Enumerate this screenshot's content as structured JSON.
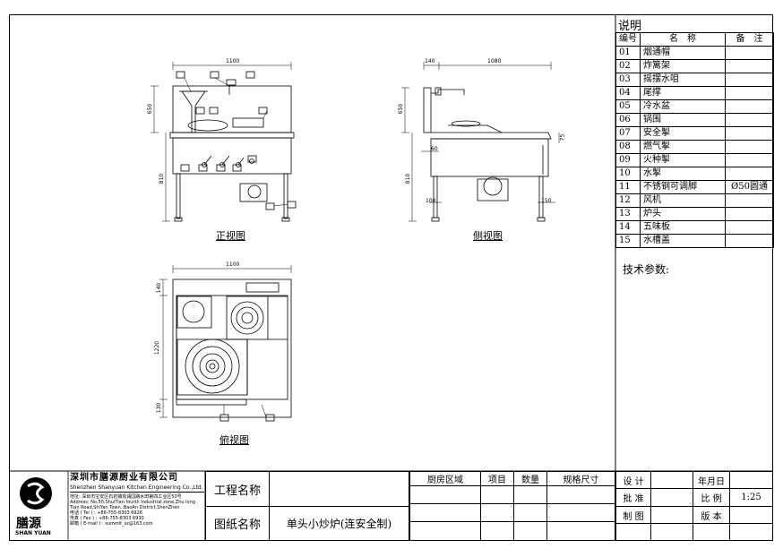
{
  "views": {
    "front": "正视图",
    "side": "侧视图",
    "top": "俯视图"
  },
  "dims": {
    "front_width": "1100",
    "front_h1": "650",
    "front_h2": "810",
    "side_w1": "140",
    "side_w2": "1080",
    "side_h1": "650",
    "side_h2": "810",
    "side_small": "75",
    "side_60": "60",
    "side_100": "100",
    "side_150": "150",
    "top_width": "1100",
    "top_140": "140",
    "top_1220": "1220",
    "top_130": "130"
  },
  "legend": {
    "title": "说明",
    "header": {
      "no": "编号",
      "name": "名　称",
      "note": "备　注"
    },
    "items": [
      {
        "no": "01",
        "name": "烟通帽",
        "note": ""
      },
      {
        "no": "02",
        "name": "炸篱架",
        "note": ""
      },
      {
        "no": "03",
        "name": "摇摆水咀",
        "note": ""
      },
      {
        "no": "04",
        "name": "尾撑",
        "note": ""
      },
      {
        "no": "05",
        "name": "冷水盆",
        "note": ""
      },
      {
        "no": "06",
        "name": "锅围",
        "note": ""
      },
      {
        "no": "07",
        "name": "安全掣",
        "note": ""
      },
      {
        "no": "08",
        "name": "燃气掣",
        "note": ""
      },
      {
        "no": "09",
        "name": "火种掣",
        "note": ""
      },
      {
        "no": "10",
        "name": "水掣",
        "note": ""
      },
      {
        "no": "11",
        "name": "不锈钢可调脚",
        "note": "Ø50圆通"
      },
      {
        "no": "12",
        "name": "风机",
        "note": ""
      },
      {
        "no": "13",
        "name": "炉头",
        "note": ""
      },
      {
        "no": "14",
        "name": "五味板",
        "note": ""
      },
      {
        "no": "15",
        "name": "水槽盖",
        "note": ""
      }
    ],
    "tech_params": "技术参数:"
  },
  "company": {
    "name_cn": "深圳市膳源厨业有限公司",
    "name_en": "Shenzhen Shanyuan Kitchen Engineering Co.,Ltd.",
    "address_cn": "地址: 深圳市宝安区石岩镇观澜园路水田第四工业区50号",
    "address_en": "Address: No.50,ShuiTian fourth Industrial zone,Zhu long Tian Road,ShiYan Town, BaoAn District,ShenZhen",
    "tel": "电话 ( Tel ) : +86-755-8303 6926",
    "fax": "传真 ( Fax ) : +86-755-8303 6930",
    "email": "邮箱 ( E-mail ) : summit_sz@163.com",
    "logo_cn": "膳源",
    "logo_en": "SHAN YUAN"
  },
  "title_block": {
    "project_label": "工程名称",
    "project_value": "",
    "drawing_label": "图纸名称",
    "drawing_value": "单头小炒炉(连安全制)",
    "col_area": "厨房区域",
    "col_item": "项目",
    "col_qty": "数量",
    "col_spec": "规格尺寸",
    "design": "设 计",
    "approve": "批 准",
    "draw": "制 图",
    "date": "年月日",
    "scale_label": "比 例",
    "scale_value": "1:25",
    "version": "版 本"
  }
}
